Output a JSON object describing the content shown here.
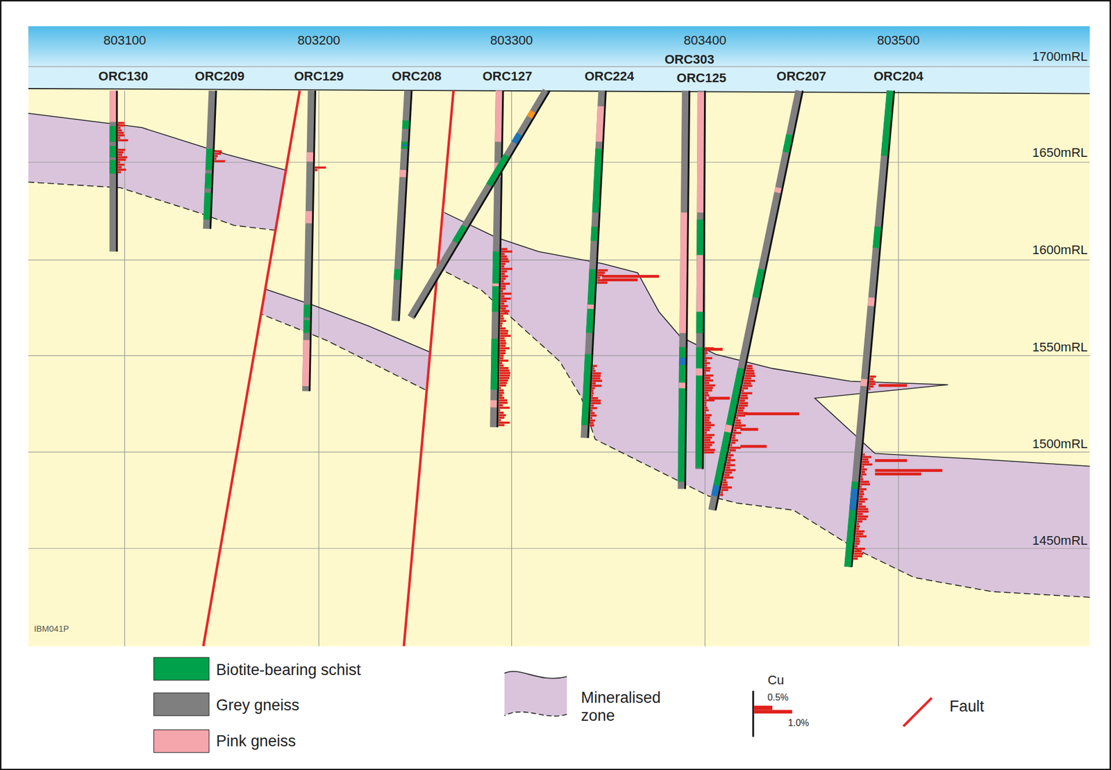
{
  "diagram": {
    "labels": [
      "803100",
      "803200",
      "803300",
      "803400",
      "803500",
      "1700mRL",
      "1650mRL",
      "1600mRL",
      "1550mRL",
      "1500mRL",
      "1450mRL",
      "ORC130",
      "ORC209",
      "ORC129",
      "ORC208",
      "ORC127",
      "ORC224",
      "ORC303",
      "ORC125",
      "ORC207",
      "ORC204",
      "IBM041P",
      "0.5%",
      "1.0%"
    ],
    "legend": [
      {
        "text": "Biotite-bearing schist",
        "color": "#00a14b"
      },
      {
        "text": "Grey gneiss",
        "color": "#7f7f7f"
      },
      {
        "text": "Pink gneiss",
        "color": "#f4a6ac"
      },
      {
        "text": "Mineralised zone",
        "color": "#d9c4dc"
      },
      {
        "text": "Cu"
      },
      {
        "text": "Fault"
      }
    ]
  }
}
